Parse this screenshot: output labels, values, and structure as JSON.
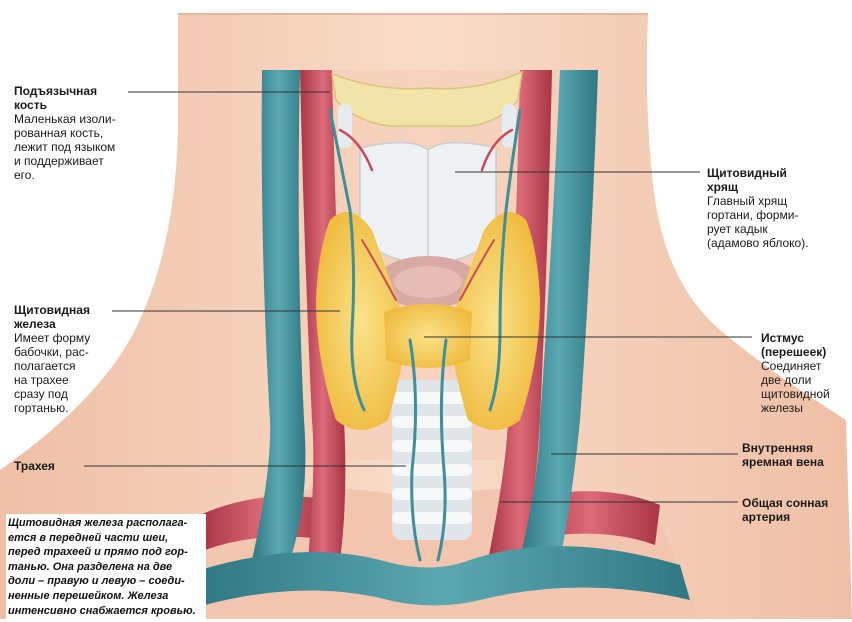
{
  "labels": {
    "hyoid": {
      "title": "Подъязычная\nкость",
      "text": "Маленькая изоли-\nрованная кость,\nлежит под языком\nи поддерживает\nего."
    },
    "thyroid_cartilage": {
      "title": "Щитовидный\nхрящ",
      "text": "Главный хрящ\nгортани, форми-\nрует кадык\n(адамово яблоко)."
    },
    "thyroid_gland": {
      "title": "Щитовидная\nжелеза",
      "text": "Имеет форму\nбабочки, рас-\nполагается\nна трахее\nсразу под\nгортанью."
    },
    "isthmus": {
      "title": "Истмус\n(перешеек)",
      "text": "Соединяет\nдве доли\nщитовидной\nжелезы"
    },
    "trachea": {
      "title": "Трахея"
    },
    "jugular": {
      "title": "Внутренняя\nяремная вена"
    },
    "carotid": {
      "title": "Общая сонная\nартерия"
    }
  },
  "caption": "Щитовидная железа располага-\nется в передней части шеи,\nперед трахеей и прямо под гор-\nтанью. Она разделена на две\nдоли – правую и левую – соеди-\nненные перешейком. Железа\nинтенсивно снабжается кровью.",
  "colors": {
    "skin": "#f7d3bd",
    "vein": "#3f8f9a",
    "artery": "#c8495a",
    "gland": "#f4d05a",
    "cartilage": "#e8ecef",
    "bone": "#f2e3a8"
  }
}
